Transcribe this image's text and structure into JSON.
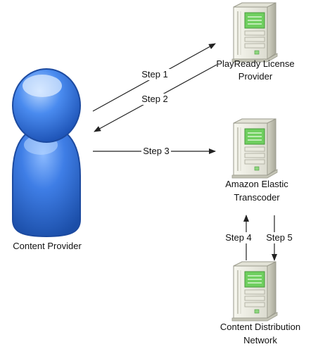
{
  "nodes": {
    "content_provider": {
      "label": "Content Provider"
    },
    "playready": {
      "label_line1": "PlayReady License",
      "label_line2": "Provider"
    },
    "transcoder": {
      "label_line1": "Amazon Elastic",
      "label_line2": "Transcoder"
    },
    "cdn": {
      "label_line1": "Content Distribution",
      "label_line2": "Network"
    }
  },
  "steps": {
    "step1": "Step 1",
    "step2": "Step 2",
    "step3": "Step 3",
    "step4": "Step 4",
    "step5": "Step 5"
  },
  "colors": {
    "person_fill": "#2f6fd6",
    "person_highlight": "#9cc4ff",
    "person_stroke": "#1c4aa0",
    "server_body": "#eeeee4",
    "server_side": "#bdbdb0",
    "server_panel": "#78d46a",
    "arrow": "#222222"
  }
}
